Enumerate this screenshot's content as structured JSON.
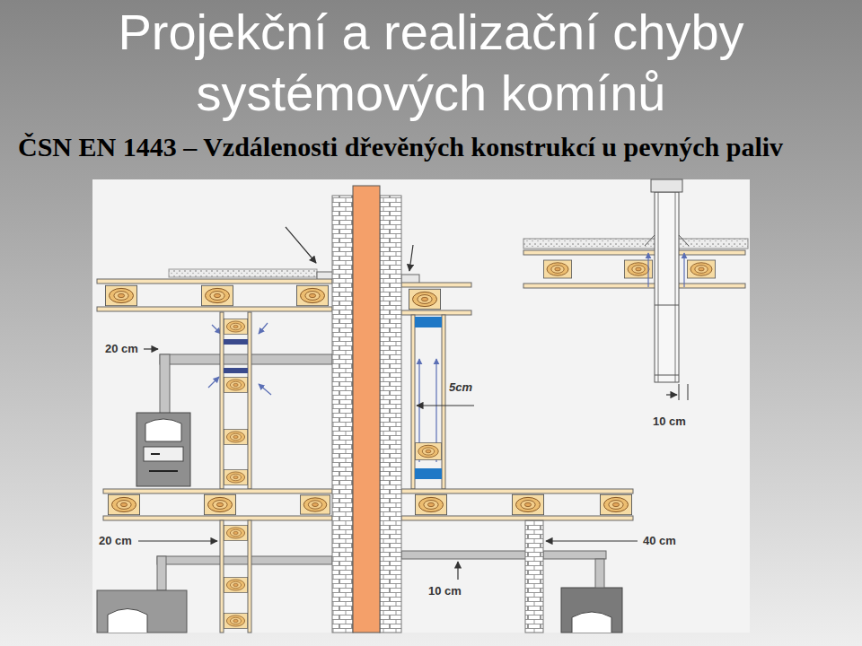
{
  "diagram": {
    "title": "Projekční a realizační chyby systémových komínů",
    "labels": [
      "ČSN EN 1443 – Vzdálenosti dřevěných konstrukcí u pevných paliv",
      "20 cm",
      "5cm",
      "10 cm",
      "20 cm",
      "40 cm",
      "10 cm"
    ]
  }
}
